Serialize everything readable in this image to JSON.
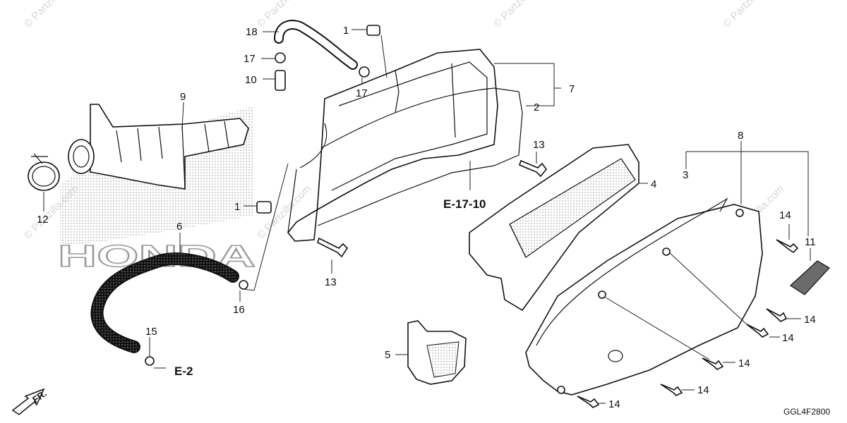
{
  "diagram": {
    "drawing_code": "GGL4F2800",
    "refs": [
      {
        "id": "ref-e17-10",
        "text": "E-17-10"
      },
      {
        "id": "ref-e2",
        "text": "E-2"
      }
    ],
    "front_label": "FR.",
    "logo_text": "HONDA",
    "watermark": "© Partzilla.com",
    "parts": [
      {
        "key": "p18",
        "label": "18"
      },
      {
        "key": "p17a",
        "label": "17"
      },
      {
        "key": "p10",
        "label": "10"
      },
      {
        "key": "p1a",
        "label": "1"
      },
      {
        "key": "p17b",
        "label": "17"
      },
      {
        "key": "p7",
        "label": "7"
      },
      {
        "key": "p2",
        "label": "2"
      },
      {
        "key": "p9",
        "label": "9"
      },
      {
        "key": "p8",
        "label": "8"
      },
      {
        "key": "p13a",
        "label": "13"
      },
      {
        "key": "p3",
        "label": "3"
      },
      {
        "key": "p4",
        "label": "4"
      },
      {
        "key": "p12",
        "label": "12"
      },
      {
        "key": "p1b",
        "label": "1"
      },
      {
        "key": "p14a",
        "label": "14"
      },
      {
        "key": "p6",
        "label": "6"
      },
      {
        "key": "p11",
        "label": "11"
      },
      {
        "key": "p13b",
        "label": "13"
      },
      {
        "key": "p16",
        "label": "16"
      },
      {
        "key": "p14b",
        "label": "14"
      },
      {
        "key": "p14c",
        "label": "14"
      },
      {
        "key": "p15",
        "label": "15"
      },
      {
        "key": "p5",
        "label": "5"
      },
      {
        "key": "p14d",
        "label": "14"
      },
      {
        "key": "p14e",
        "label": "14"
      },
      {
        "key": "p14f",
        "label": "14"
      }
    ]
  }
}
